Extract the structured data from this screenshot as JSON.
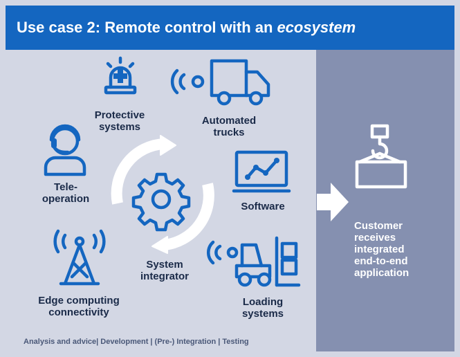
{
  "header": {
    "title_main": "Use case 2: Remote control with an",
    "title_emphasis": "ecosystem"
  },
  "nodes": {
    "protective": [
      "Protective",
      "systems"
    ],
    "trucks": [
      "Automated",
      "trucks"
    ],
    "teleop": [
      "Tele-",
      "operation"
    ],
    "software": [
      "Software"
    ],
    "edge": [
      "Edge computing",
      "connectivity"
    ],
    "loading": [
      "Loading",
      "systems"
    ],
    "integrator": [
      "System",
      "integrator"
    ]
  },
  "customer": [
    "Customer",
    "receives",
    "integrated",
    "end-to-end",
    "application"
  ],
  "footer": "Analysis and advice| Development | (Pre-) Integration | Testing",
  "colors": {
    "header_blue": "#1466c0",
    "panel_light": "#d3d7e4",
    "panel_dark": "#8590b0",
    "label_text": "#1a2a48"
  },
  "icons": [
    "siren-icon",
    "wireless-icon",
    "truck-icon",
    "headset-person-icon",
    "chart-monitor-icon",
    "gear-icon",
    "cycle-arrows-icon",
    "antenna-tower-icon",
    "forklift-icon",
    "right-arrow-icon",
    "crane-hook-icon"
  ]
}
